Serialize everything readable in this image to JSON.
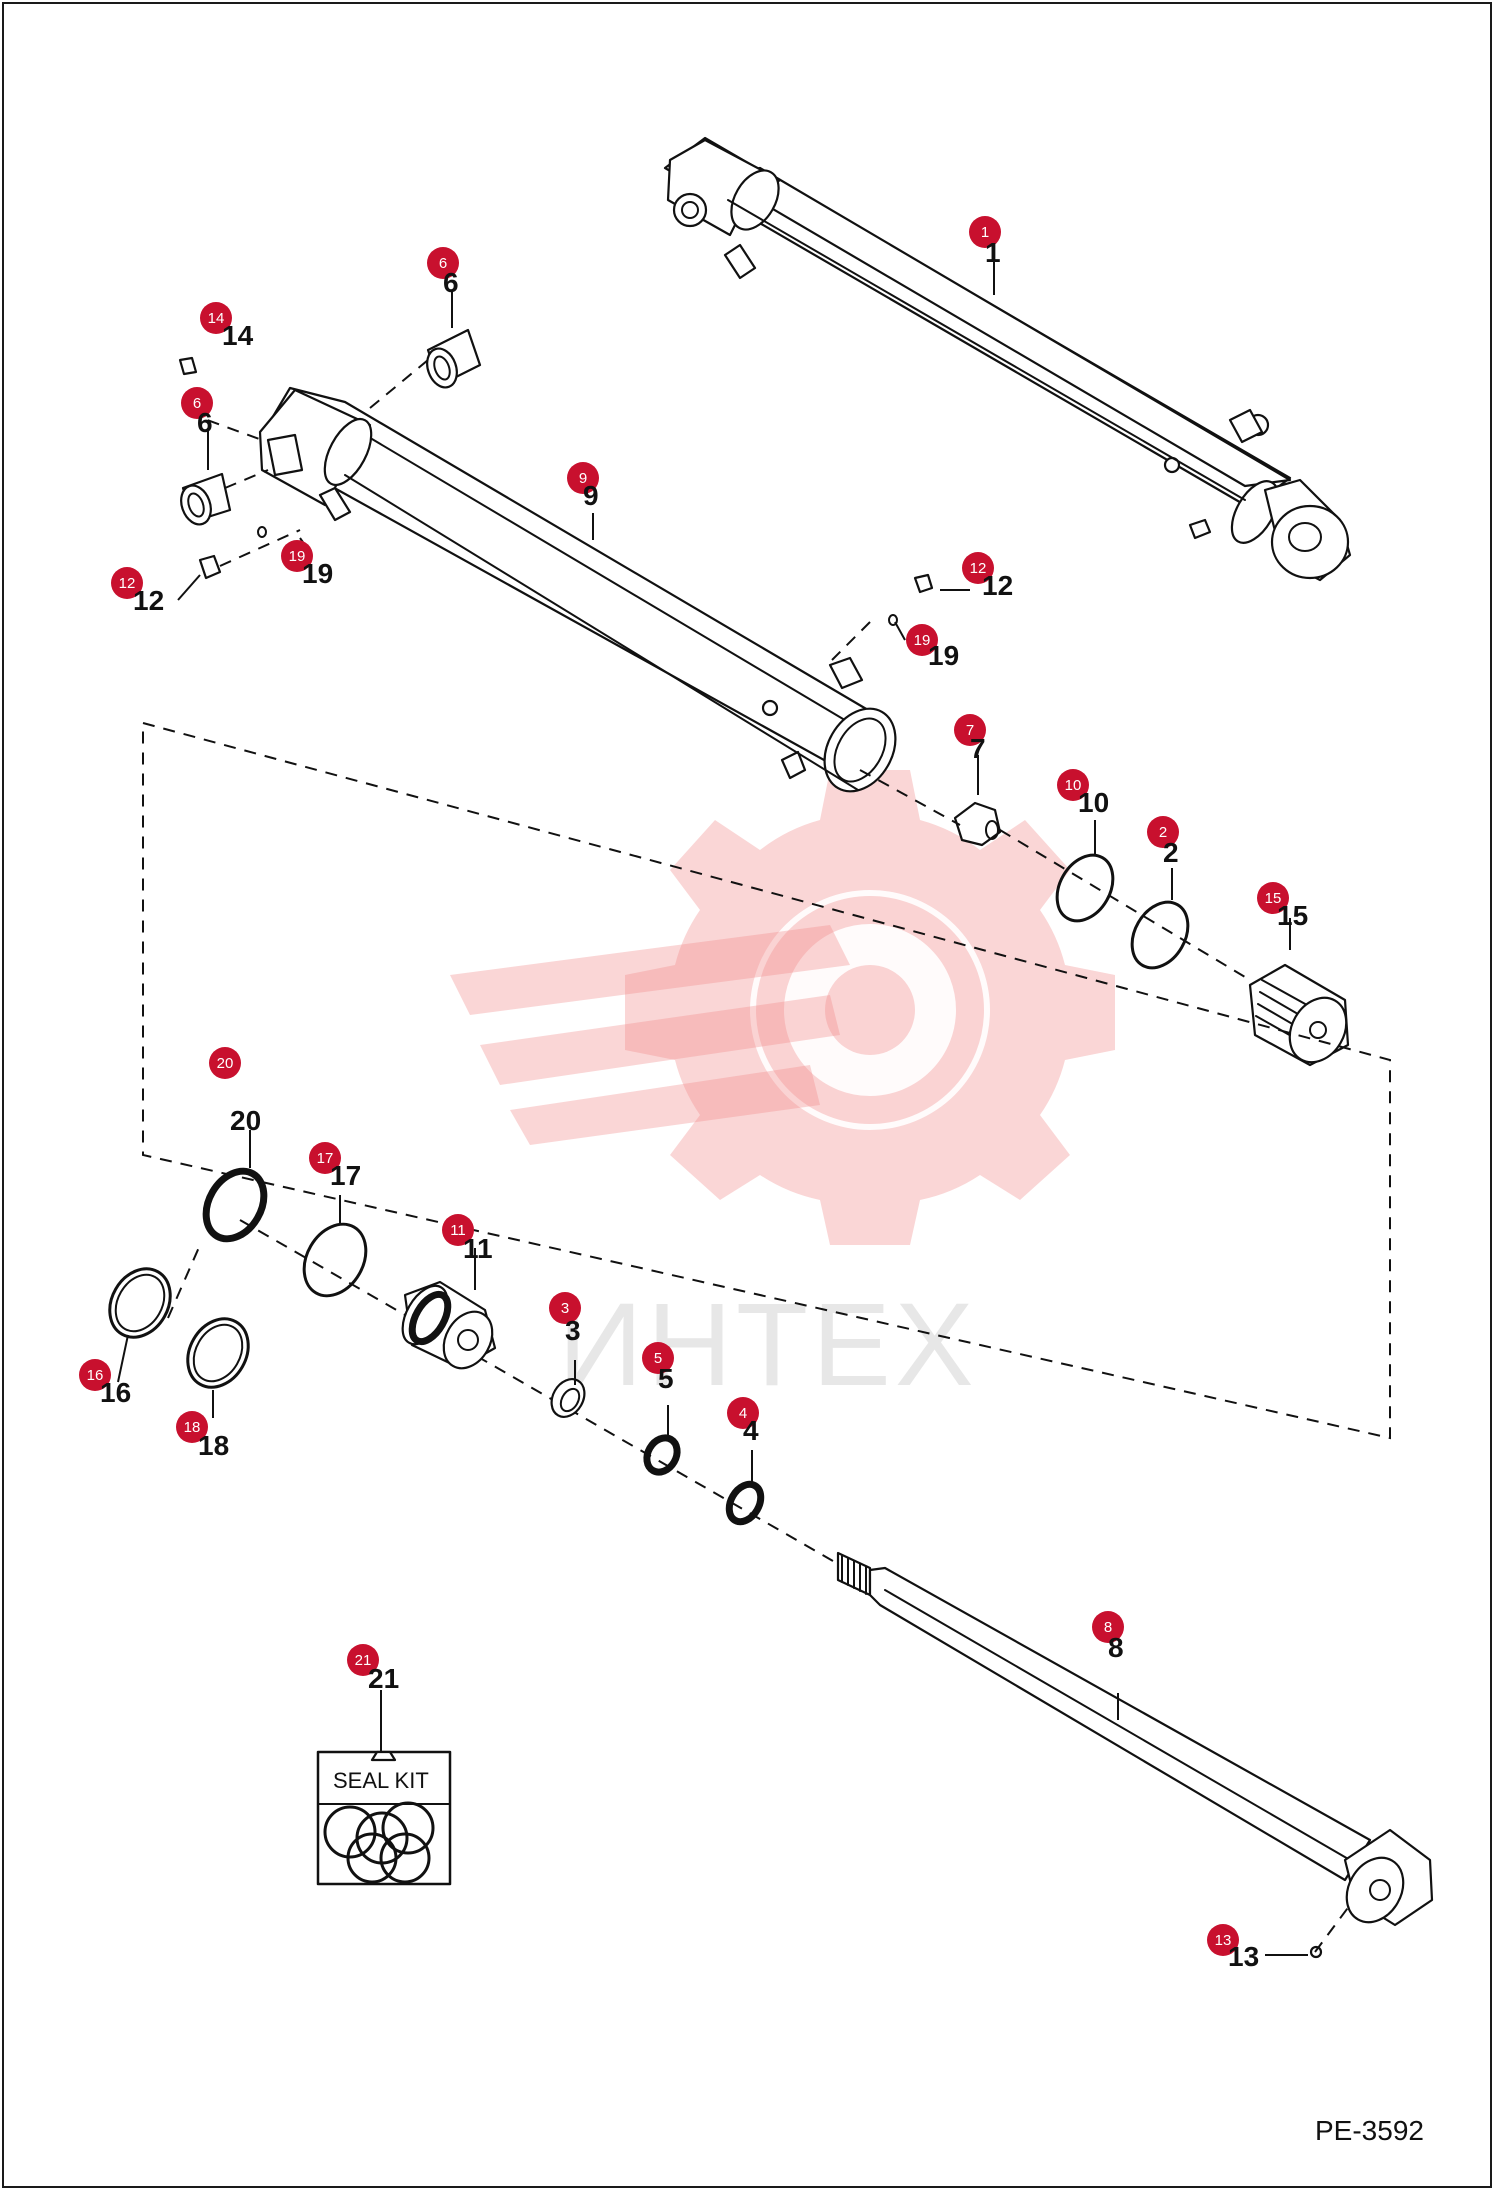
{
  "drawing_code": "PE-3592",
  "watermark": {
    "text": "ИНТЕХ",
    "color": "#f08a8a"
  },
  "badge_color": "#c8102e",
  "seal_kit_label": "SEAL KIT",
  "parts": [
    {
      "id": "p1",
      "number": "1",
      "name": "cylinder-assembly"
    },
    {
      "id": "p2",
      "number": "2",
      "name": "o-ring"
    },
    {
      "id": "p3",
      "number": "3",
      "name": "bushing"
    },
    {
      "id": "p4",
      "number": "4",
      "name": "wiper-seal"
    },
    {
      "id": "p5",
      "number": "5",
      "name": "rod-seal"
    },
    {
      "id": "p6a",
      "number": "6",
      "name": "bushing"
    },
    {
      "id": "p6b",
      "number": "6",
      "name": "bushing"
    },
    {
      "id": "p7",
      "number": "7",
      "name": "lock-nut"
    },
    {
      "id": "p8",
      "number": "8",
      "name": "rod"
    },
    {
      "id": "p9",
      "number": "9",
      "name": "barrel"
    },
    {
      "id": "p10",
      "number": "10",
      "name": "o-ring"
    },
    {
      "id": "p11",
      "number": "11",
      "name": "head"
    },
    {
      "id": "p12a",
      "number": "12",
      "name": "fitting"
    },
    {
      "id": "p12b",
      "number": "12",
      "name": "fitting"
    },
    {
      "id": "p13",
      "number": "13",
      "name": "grease-fitting"
    },
    {
      "id": "p14",
      "number": "14",
      "name": "grease-fitting"
    },
    {
      "id": "p15",
      "number": "15",
      "name": "piston"
    },
    {
      "id": "p16",
      "number": "16",
      "name": "back-up-ring"
    },
    {
      "id": "p17",
      "number": "17",
      "name": "o-ring"
    },
    {
      "id": "p18",
      "number": "18",
      "name": "o-ring"
    },
    {
      "id": "p19a",
      "number": "19",
      "name": "o-ring"
    },
    {
      "id": "p19b",
      "number": "19",
      "name": "o-ring"
    },
    {
      "id": "p20",
      "number": "20",
      "name": "seal"
    },
    {
      "id": "p21",
      "number": "21",
      "name": "seal-kit"
    }
  ]
}
